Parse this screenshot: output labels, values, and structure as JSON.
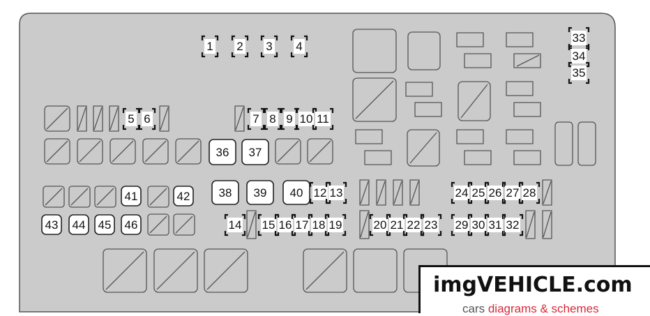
{
  "fuses": {
    "f1": "1",
    "f2": "2",
    "f3": "3",
    "f4": "4",
    "f5": "5",
    "f6": "6",
    "f7": "7",
    "f8": "8",
    "f9": "9",
    "f10": "10",
    "f11": "11",
    "f12": "12",
    "f13": "13",
    "f14": "14",
    "f15": "15",
    "f16": "16",
    "f17": "17",
    "f18": "18",
    "f19": "19",
    "f20": "20",
    "f21": "21",
    "f22": "22",
    "f23": "23",
    "f24": "24",
    "f25": "25",
    "f26": "26",
    "f27": "27",
    "f28": "28",
    "f29": "29",
    "f30": "30",
    "f31": "31",
    "f32": "32",
    "f33": "33",
    "f34": "34",
    "f35": "35"
  },
  "relays": {
    "r36": "36",
    "r37": "37",
    "r38": "38",
    "r39": "39",
    "r40": "40",
    "r41": "41",
    "r42": "42",
    "r43": "43",
    "r44": "44",
    "r45": "45",
    "r46": "46"
  },
  "watermark": {
    "brand": "imgVEHICLE.com",
    "tag_prefix": "cars ",
    "tag_highlight": "diagrams & schemes"
  },
  "colors": {
    "panel": "#cbcbcb",
    "outline": "#555555",
    "label_bg": "#ffffff",
    "brand_accent": "#d6293a"
  }
}
